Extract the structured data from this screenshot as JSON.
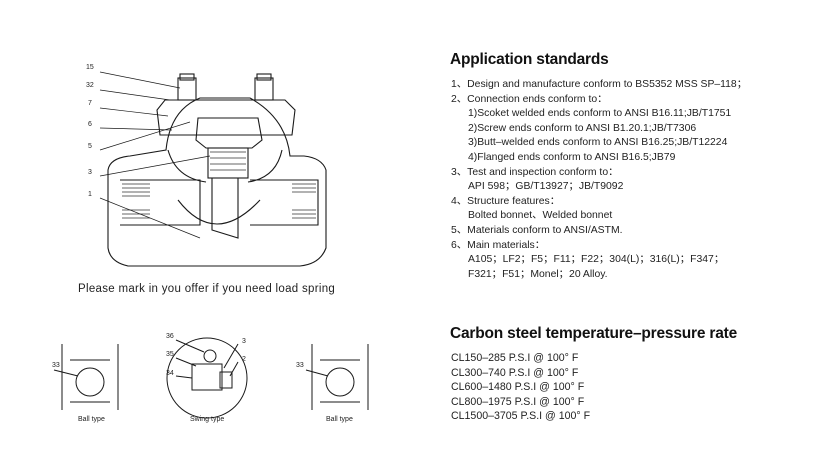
{
  "main_drawing": {
    "callouts": [
      "15",
      "32",
      "7",
      "6",
      "5",
      "3",
      "1"
    ],
    "caption": "Please mark in you offer if you need load spring"
  },
  "detail_drawings": {
    "ball_left": {
      "callout": "33",
      "label": "Ball type"
    },
    "swing": {
      "callouts": [
        "36",
        "35",
        "34",
        "3",
        "2"
      ],
      "label": "Swing type"
    },
    "ball_right": {
      "callout": "33",
      "label": "Ball type"
    }
  },
  "application_standards": {
    "title": "Application standards",
    "lines": [
      {
        "text": "1、Design and manufacture conform to BS5352 MSS SP–118；",
        "sub": false
      },
      {
        "text": "2、Connection ends conform to：",
        "sub": false
      },
      {
        "text": "1)Scoket welded ends conform to ANSI B16.11;JB/T1751",
        "sub": true
      },
      {
        "text": "2)Screw ends conform to ANSI B1.20.1;JB/T7306",
        "sub": true
      },
      {
        "text": "3)Butt–welded ends conform to ANSI B16.25;JB/T12224",
        "sub": true
      },
      {
        "text": "4)Flanged ends conform to ANSI B16.5;JB79",
        "sub": true
      },
      {
        "text": "3、Test and inspection conform to：",
        "sub": false
      },
      {
        "text": "API 598；GB/T13927；JB/T9092",
        "sub": true
      },
      {
        "text": "4、Structure features：",
        "sub": false
      },
      {
        "text": "Bolted bonnet、Welded bonnet",
        "sub": true
      },
      {
        "text": "5、Materials conform to ANSI/ASTM.",
        "sub": false
      },
      {
        "text": "6、Main materials：",
        "sub": false
      },
      {
        "text": "A105；LF2；F5；F11；F22；304(L)；316(L)；F347；",
        "sub": true
      },
      {
        "text": "F321；F51；Monel；20 Alloy.",
        "sub": true
      }
    ]
  },
  "pressure_rate": {
    "title": "Carbon steel temperature–pressure rate",
    "lines": [
      "CL150–285 P.S.I @ 100°  F",
      "CL300–740 P.S.I @ 100°  F",
      "CL600–1480 P.S.I @ 100°  F",
      "CL800–1975 P.S.I @ 100°  F",
      "CL1500–3705 P.S.I @ 100°  F"
    ]
  }
}
